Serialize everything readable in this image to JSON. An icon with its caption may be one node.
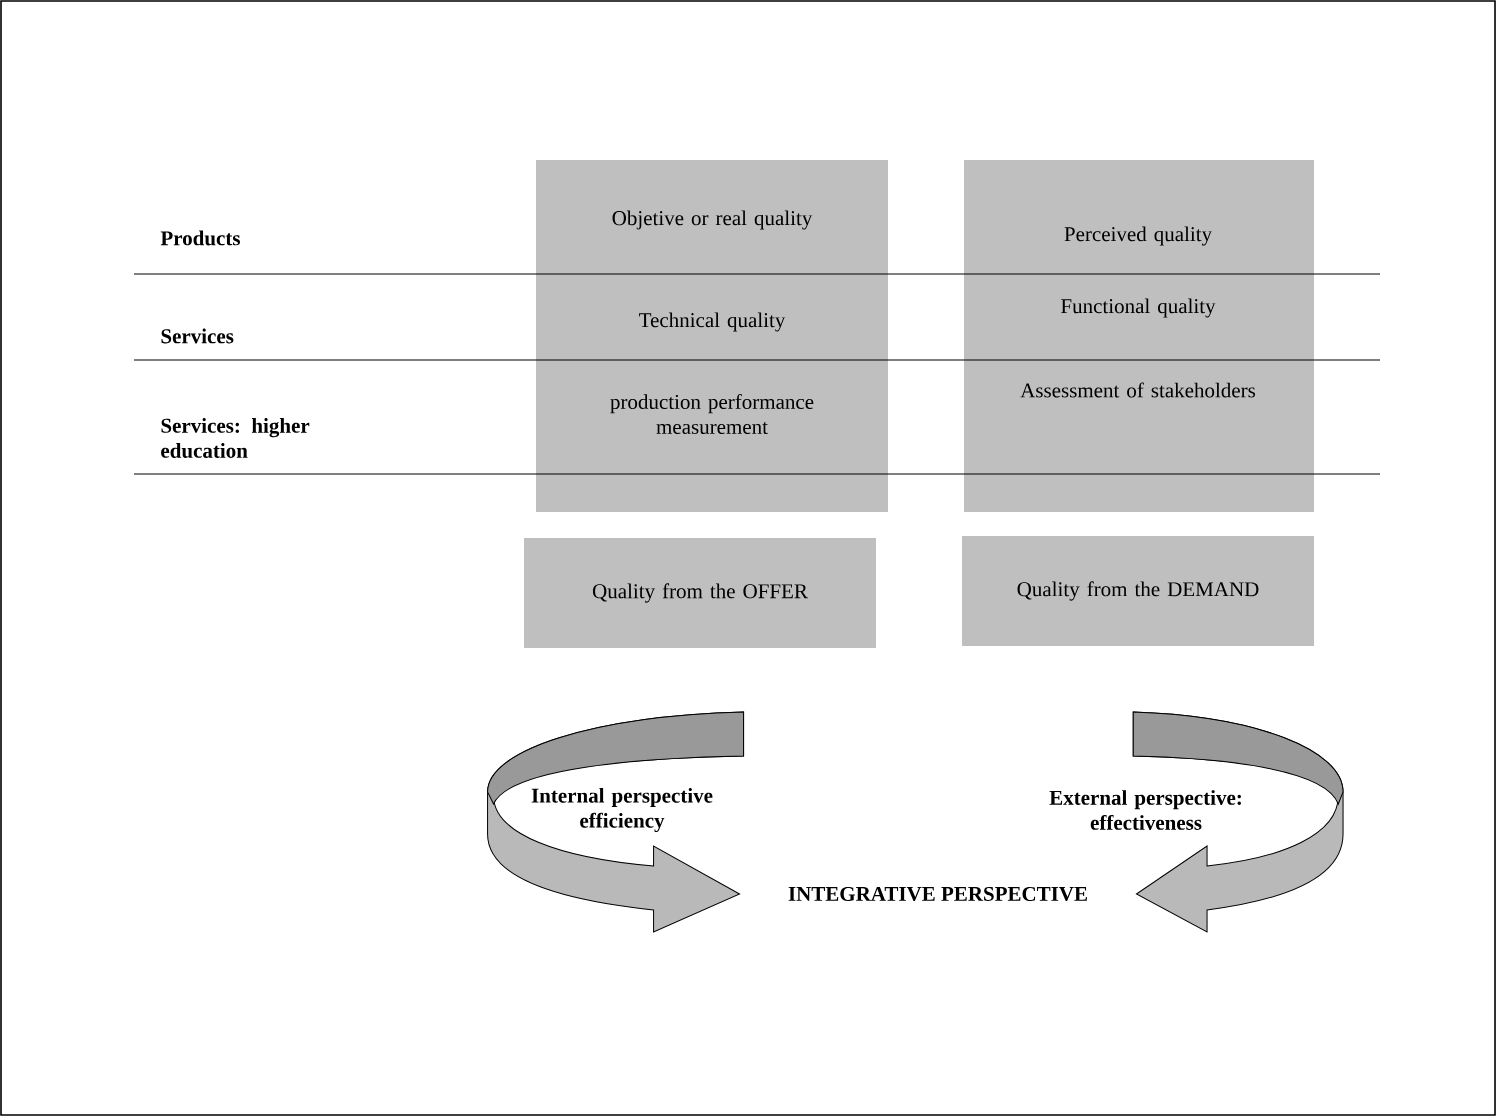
{
  "diagram": {
    "nodes": [
      {
        "text": [
          "Objetive or real quality",
          "Technical quality",
          "production performance measurement"
        ]
      },
      {
        "text": [
          "Perceived quality",
          "Functional quality",
          "Assessment of stakeholders"
        ]
      },
      {
        "text": [
          "Quality from the OFFER"
        ]
      },
      {
        "text": [
          "Quality from the DEMAND"
        ]
      },
      {
        "text": [
          "INTEGRATIVE PERSPECTIVE"
        ]
      }
    ],
    "edges": [
      {
        "from": null,
        "to": 4,
        "arrow": "to",
        "label": "Internal perspective efficiency"
      },
      {
        "from": null,
        "to": 4,
        "arrow": "to",
        "label": "External perspective: effectiveness"
      }
    ],
    "labels": [
      "Products",
      "Services",
      "Services: higher education"
    ]
  }
}
